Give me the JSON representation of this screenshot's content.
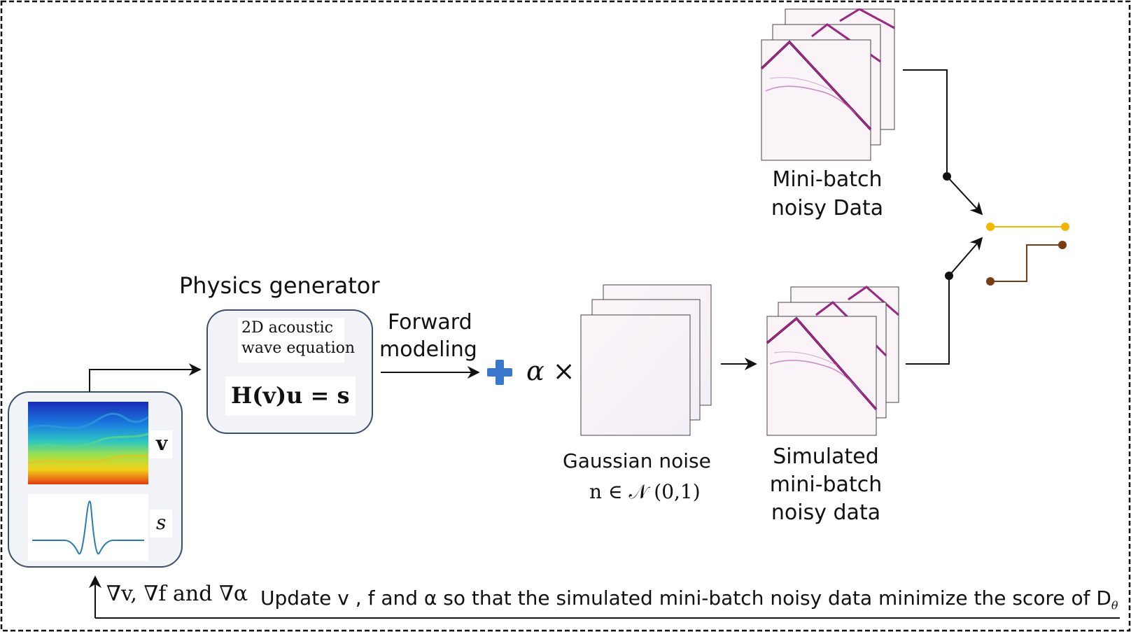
{
  "physics": {
    "title": "Physics generator",
    "equation_caption_line1": "2D acoustic",
    "equation_caption_line2": "wave equation",
    "equation": "H(v)u = s"
  },
  "inputs": {
    "velocity_label": "v",
    "source_label": "s"
  },
  "forward": {
    "line1": "Forward",
    "line2": "modeling"
  },
  "noise": {
    "alpha_times": "α ×",
    "title": "Gaussian noise",
    "formula": "n ∈ 𝒩 (0,1)"
  },
  "data": {
    "real_line1": "Mini-batch",
    "real_line2": "noisy Data",
    "sim_line1": "Simulated",
    "sim_line2": "mini-batch",
    "sim_line3": "noisy data"
  },
  "bottom": {
    "gradients": "∇v, ∇f and ∇α",
    "update_text": "Update v , f and α so that the simulated mini-batch noisy data minimize the score of D",
    "update_subscript": "θ"
  },
  "colors": {
    "switch_gold": "#f2b705",
    "switch_brown": "#7a3a12",
    "plus_blue": "#3a76c9",
    "box_border": "#3d4e6b",
    "box_fill": "#f2f3f7"
  }
}
